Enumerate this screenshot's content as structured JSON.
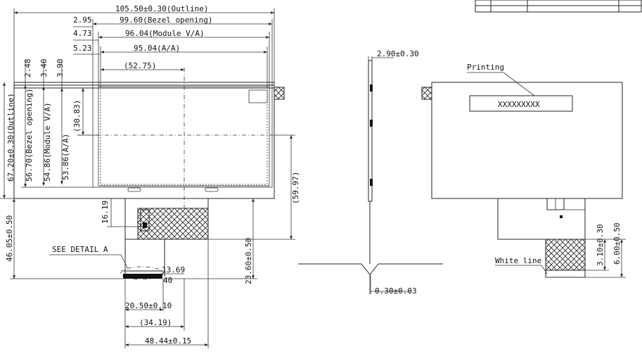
{
  "front_view": {
    "dim_outline_w": "105.50±0.30(Outline)",
    "dim_bezel_w": "99.60(Bezel opening)",
    "dim_module_va_w": "96.04(Module V/A)",
    "dim_aa_w": "95.04(A/A)",
    "offset_2_95": "2.95",
    "offset_4_73": "4.73",
    "offset_5_23": "5.23",
    "center_x": "(52.75)",
    "offset_2_48": "2.48",
    "offset_3_40": "3.40",
    "offset_3_90": "3.90",
    "dim_outline_h": "67.20±0.30(Outline)",
    "dim_bezel_h": "56.70(Bezel opening)",
    "dim_module_va_h": "54.86(Module V/A)",
    "dim_aa_h": "53.86(A/A)",
    "center_y": "(30.83)",
    "dim_59_97": "(59.97)",
    "dim_16_19": "16.19",
    "dim_46_05": "46.05±0.50",
    "dim_23_60": "23.60±0.50",
    "see_detail": "SEE DETAIL A",
    "dim_13_69": "13.69",
    "pin_40": "40",
    "dim_20_50": "20.50±0.10",
    "dim_34_19": "(34.19)",
    "dim_48_44": "48.44±0.15"
  },
  "side_view": {
    "dim_thickness": "2.90±0.30",
    "dim_fpc_thickness": "0.30±0.03"
  },
  "back_view": {
    "printing_label": "Printing",
    "printing_text": "XXXXXXXXX",
    "white_line_label": "White line",
    "dim_3_10": "3.10±0.30",
    "dim_6_00": "6.00±0.50"
  }
}
